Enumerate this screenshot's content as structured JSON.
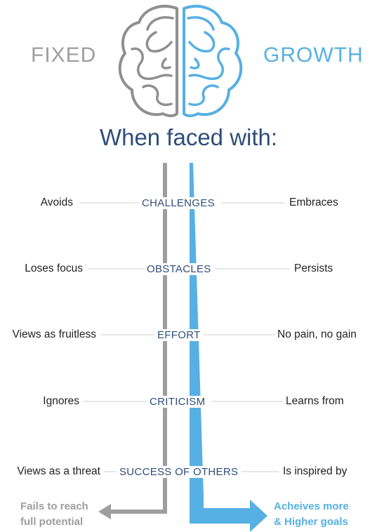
{
  "titles": {
    "fixed": "FIXED",
    "growth": "GROWTH",
    "heading": "When faced with:"
  },
  "colors": {
    "fixed": "#9e9e9e",
    "growth": "#56b0e3",
    "heading": "#2f4e7a",
    "connector": "#cfcfcf"
  },
  "rows": [
    {
      "fixed": "Avoids",
      "center": "CHALLENGES",
      "growth": "Embraces"
    },
    {
      "fixed": "Loses focus",
      "center": "OBSTACLES",
      "growth": "Persists"
    },
    {
      "fixed": "Views as fruitless",
      "center": "EFFORT",
      "growth": "No pain, no gain"
    },
    {
      "fixed": "Ignores",
      "center": "CRITICISM",
      "growth": "Learns from"
    },
    {
      "fixed": "Views as a threat",
      "center": "SUCCESS OF OTHERS",
      "growth": "Is inspired by"
    }
  ],
  "outcomes": {
    "fixed": [
      "Fails to reach",
      "full potential"
    ],
    "growth": [
      "Acheives more",
      "& Higher goals"
    ]
  }
}
